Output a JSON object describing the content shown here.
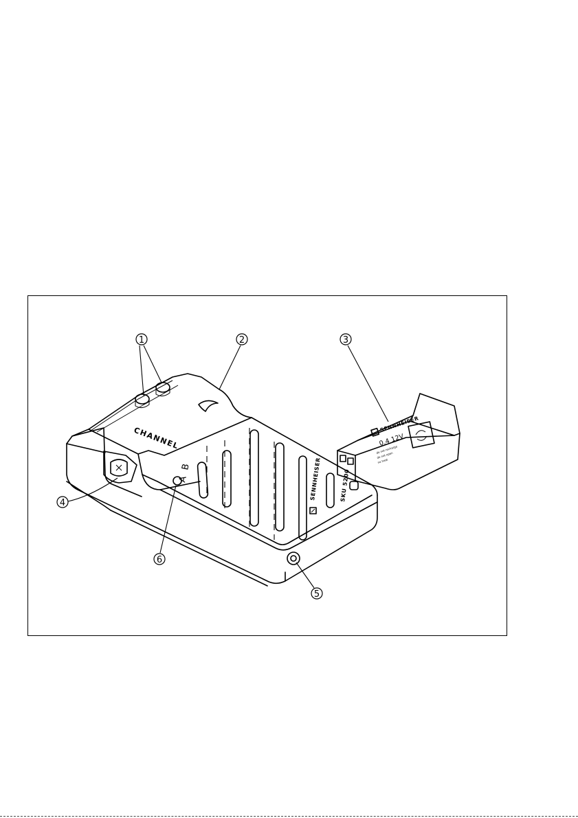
{
  "callouts": {
    "c1": "1",
    "c2": "2",
    "c3": "3",
    "c4": "4",
    "c5": "5",
    "c6": "6"
  },
  "device_text": {
    "channel": "CHANNEL",
    "ab_a": "A",
    "ab_b": "B",
    "brand": "SENNHEISER",
    "model": "SKU 5200"
  },
  "battery_text": {
    "brand": "SENNHEISER",
    "spec": "0.4 12V",
    "line1": "do not recharge",
    "line2": "do not open",
    "line3": "no heat"
  }
}
